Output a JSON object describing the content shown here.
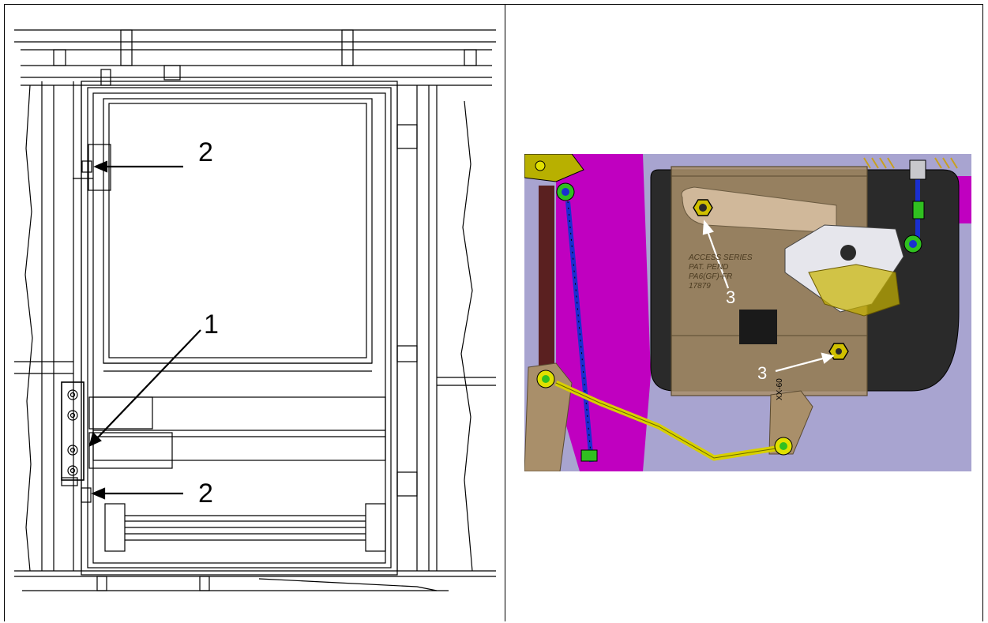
{
  "callouts_left": {
    "top_latch": "2",
    "bracket": "1",
    "bottom_latch": "2"
  },
  "callouts_right": {
    "upper_nut": "3",
    "lower_nut": "3"
  },
  "mechanism_text": {
    "line1": "ACCESS SERIES",
    "line2": "PAT. PEND",
    "line3": "PA6(GF)-FR",
    "line4": "17879",
    "lever_marks": "XX-60"
  },
  "colors": {
    "line_art": "#000000",
    "bracket_tan": "#a98f6a",
    "magenta_panel": "#c000c0",
    "lavender_bg": "#a8a4d0",
    "blue_rod": "#1a2fd0",
    "yellow_rod": "#d8d000",
    "green_clip": "#30c020"
  }
}
